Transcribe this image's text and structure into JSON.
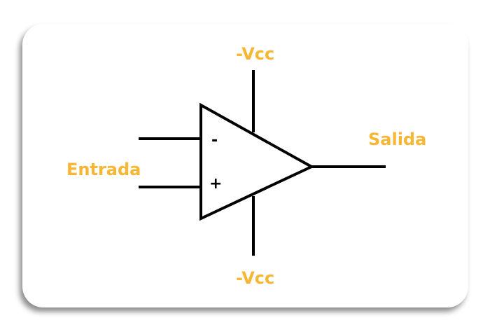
{
  "labels": {
    "top_supply": "-Vcc",
    "bottom_supply": "-Vcc",
    "input": "Entrada",
    "output": "Salida",
    "inverting": "-",
    "non_inverting": "+"
  },
  "colors": {
    "label": "#f7b633",
    "line": "#000000",
    "card": "#ffffff"
  }
}
